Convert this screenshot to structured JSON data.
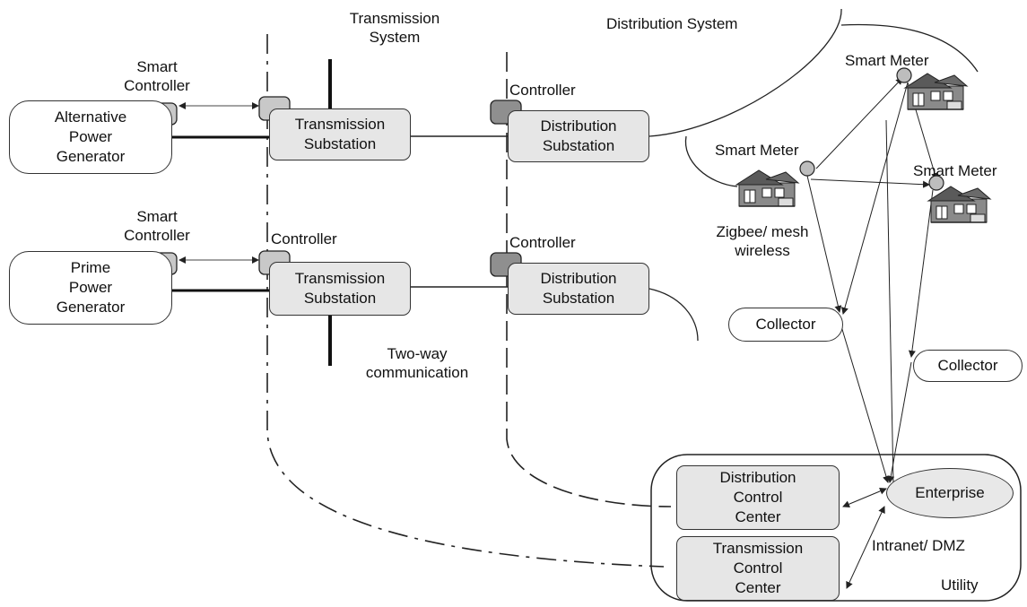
{
  "labels": {
    "transmission_system": "Transmission\nSystem",
    "distribution_system": "Distribution System",
    "smart_controller_1": "Smart\nController",
    "smart_controller_2": "Smart\nController",
    "controller_1": "Controller",
    "controller_2": "Controller",
    "controller_3": "Controller",
    "smart_meter_1": "Smart Meter",
    "smart_meter_2": "Smart Meter",
    "smart_meter_3": "Smart Meter",
    "zigbee": "Zigbee/ mesh\nwireless",
    "two_way": "Two-way\ncommunication",
    "intranet": "Intranet/ DMZ",
    "utility": "Utility"
  },
  "boxes": {
    "alt_generator": "Alternative\nPower\nGenerator",
    "prime_generator": "Prime\nPower\nGenerator",
    "trans_sub_1": "Transmission\nSubstation",
    "trans_sub_2": "Transmission\nSubstation",
    "dist_sub_1": "Distribution\nSubstation",
    "dist_sub_2": "Distribution\nSubstation",
    "collector_1": "Collector",
    "collector_2": "Collector",
    "dist_control": "Distribution\nControl\nCenter",
    "trans_control": "Transmission\nControl\nCenter",
    "enterprise": "Enterprise"
  },
  "colors": {
    "line": "#333333",
    "box_fill": "#e6e6e6",
    "controller_fill": "#c8c8c8",
    "controller_dark_fill": "#8f8f8f",
    "house_wall": "#8a8a8a",
    "house_roof": "#5a5a5a"
  },
  "icons": [
    "house-icon",
    "smart-meter-icon",
    "controller-icon",
    "arrow-icon"
  ]
}
